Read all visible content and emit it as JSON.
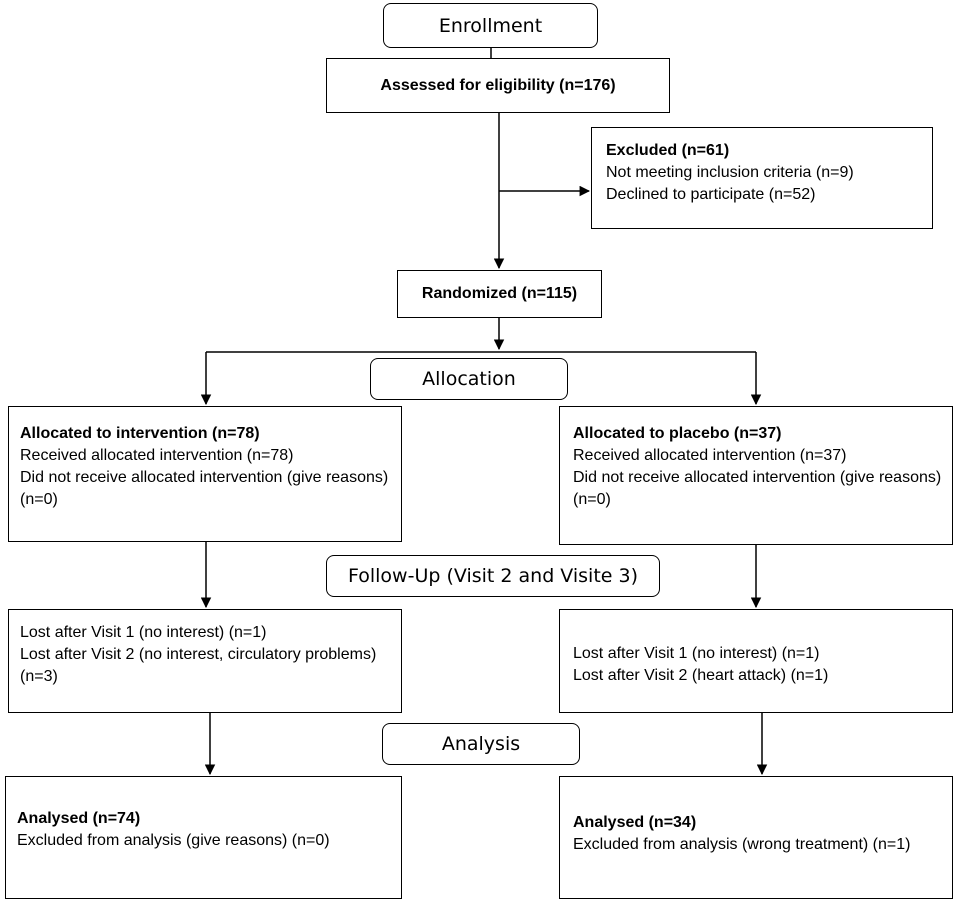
{
  "stages": {
    "enrollment": "Enrollment",
    "allocation": "Allocation",
    "follow_up": "Follow-Up (Visit 2 and Visite 3)",
    "analysis": "Analysis"
  },
  "boxes": {
    "assessed": "Assessed for eligibility (n=176)",
    "excluded": {
      "heading": "Excluded  (n=61)",
      "lines": [
        "Not meeting inclusion criteria (n=9)",
        "Declined to participate (n=52)"
      ]
    },
    "randomized": "Randomized (n=115)",
    "alloc_intervention": {
      "heading": "Allocated to intervention (n=78)",
      "lines": [
        "Received allocated intervention (n=78)",
        "Did not receive allocated intervention (give reasons) (n=0)"
      ]
    },
    "alloc_placebo": {
      "heading": "Allocated to placebo (n=37)",
      "lines": [
        "Received allocated intervention (n=37)",
        "Did not receive allocated intervention (give reasons) (n=0)"
      ]
    },
    "followup_intervention": {
      "lines": [
        "Lost after Visit 1 (no interest) (n=1)",
        "Lost after Visit 2 (no interest, circulatory problems) (n=3)"
      ]
    },
    "followup_placebo": {
      "lines": [
        "Lost after Visit 1 (no interest) (n=1)",
        "Lost after Visit 2 (heart attack) (n=1)"
      ]
    },
    "analysis_intervention": {
      "heading": "Analysed  (n=74)",
      "lines": [
        "Excluded from analysis (give reasons) (n=0)"
      ]
    },
    "analysis_placebo": {
      "heading": "Analysed  (n=34)",
      "lines": [
        "Excluded from analysis (wrong treatment) (n=1)"
      ]
    }
  }
}
